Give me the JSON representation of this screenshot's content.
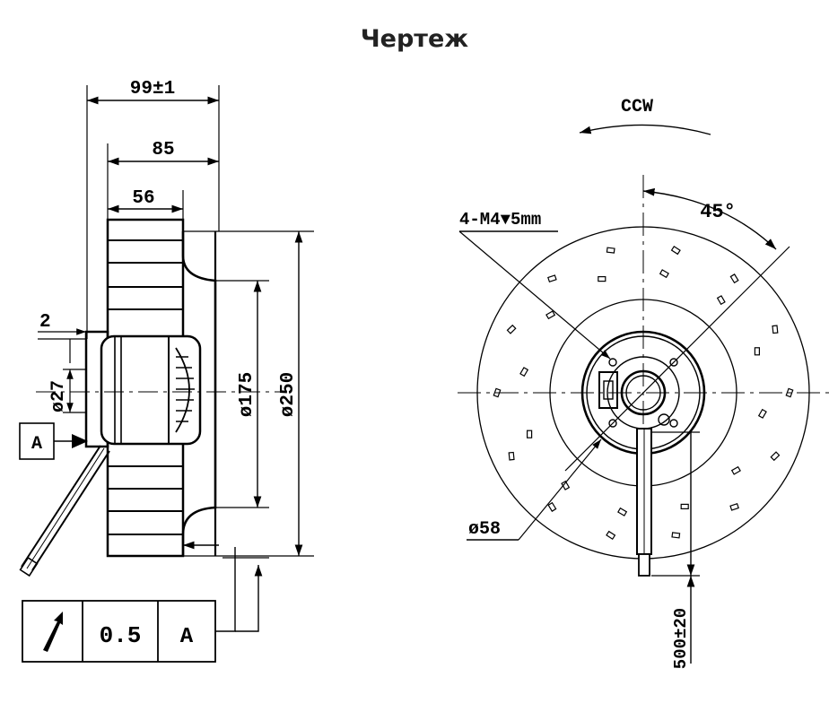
{
  "title": "Чертеж",
  "side_view": {
    "dim_overall": "99±1",
    "dim_85": "85",
    "dim_56": "56",
    "dim_2": "2",
    "dim_d27": "ø27",
    "dim_d175": "ø175",
    "dim_d250": "ø250",
    "datum": "A",
    "tolerance_value": "0.5",
    "tolerance_datum": "A"
  },
  "front_view": {
    "rotation": "CCW",
    "angle": "45°",
    "holes": "4-M4▼5mm",
    "dim_d58": "ø58",
    "cable_length": "500±20"
  }
}
